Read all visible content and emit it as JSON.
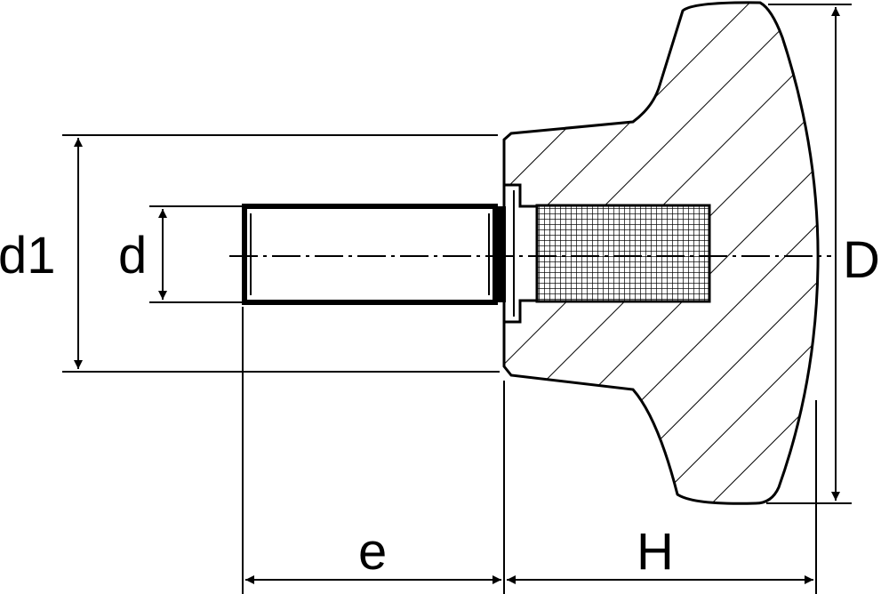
{
  "labels": {
    "d1": "d1",
    "d": "d",
    "D": "D",
    "e": "e",
    "H": "H"
  },
  "colors": {
    "line": "#000000",
    "background": "#ffffff"
  }
}
